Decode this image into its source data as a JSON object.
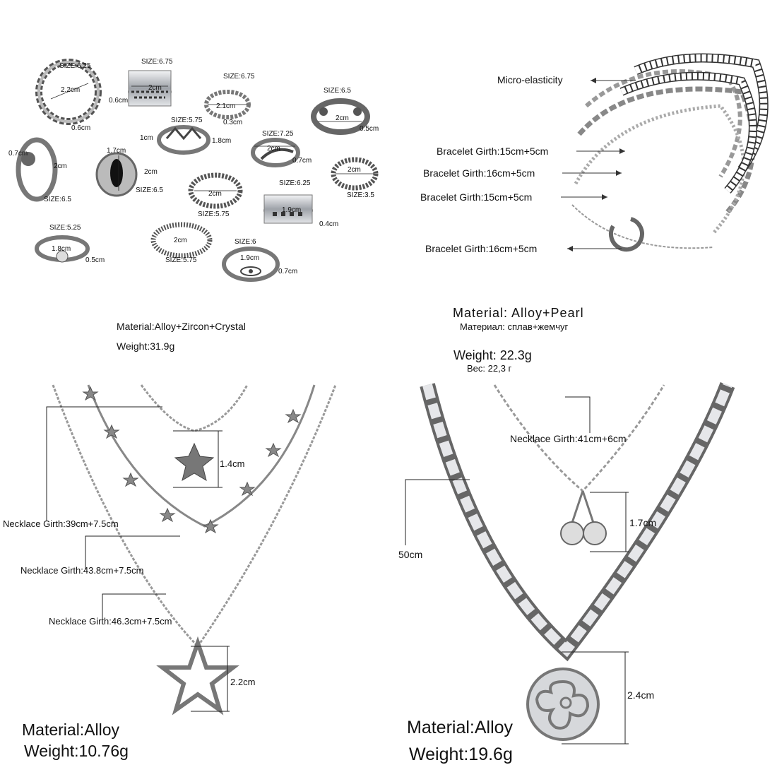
{
  "rings": {
    "material": "Material:Alloy+Zircon+Crystal",
    "weight": "Weight:31.9g",
    "labels": [
      "SIZE:6.25",
      "2.2cm",
      "0.6cm",
      "SIZE:6.75",
      "2cm",
      "0.6cm",
      "SIZE:6.75",
      "2.1cm",
      "0.3cm",
      "SIZE:6.5",
      "2cm",
      "0.5cm",
      "SIZE:5.75",
      "1cm",
      "1.8cm",
      "SIZE:7.25",
      "2cm",
      "0.7cm",
      "0.7cm",
      "2cm",
      "SIZE:6.5",
      "1.7cm",
      "2cm",
      "SIZE:6.5",
      "2cm",
      "SIZE:5.75",
      "2cm",
      "SIZE:3.5",
      "SIZE:6.25",
      "1.9cm",
      "0.4cm",
      "SIZE:5.25",
      "1.8cm",
      "0.5cm",
      "2cm",
      "SIZE:5.75",
      "SIZE:6",
      "1.9cm",
      "0.7cm"
    ]
  },
  "bracelets": {
    "elasticity": "Micro-elasticity",
    "girths": [
      "Bracelet Girth:15cm+5cm",
      "Bracelet Girth:16cm+5cm",
      "Bracelet Girth:15cm+5cm",
      "Bracelet Girth:16cm+5cm"
    ],
    "material": "Material: Alloy+Pearl",
    "material_ru": "Материал: сплав+жемчуг",
    "weight": "Weight: 22.3g",
    "weight_ru": "Вес: 22,3 г"
  },
  "necklace_set_1": {
    "girths": [
      "Necklace Girth:39cm+7.5cm",
      "Necklace Girth:43.8cm+7.5cm",
      "Necklace Girth:46.3cm+7.5cm"
    ],
    "pendant_small": "1.4cm",
    "pendant_large": "2.2cm",
    "material": "Material:Alloy",
    "weight": "Weight:10.76g"
  },
  "necklace_set_2": {
    "girth": "Necklace Girth:41cm+6cm",
    "length": "50cm",
    "pendant_small": "1.7cm",
    "pendant_large": "2.4cm",
    "material": "Material:Alloy",
    "weight": "Weight:19.6g"
  },
  "colors": {
    "silver": "#b9bcc0",
    "dark": "#4a4d52",
    "text": "#111111"
  }
}
